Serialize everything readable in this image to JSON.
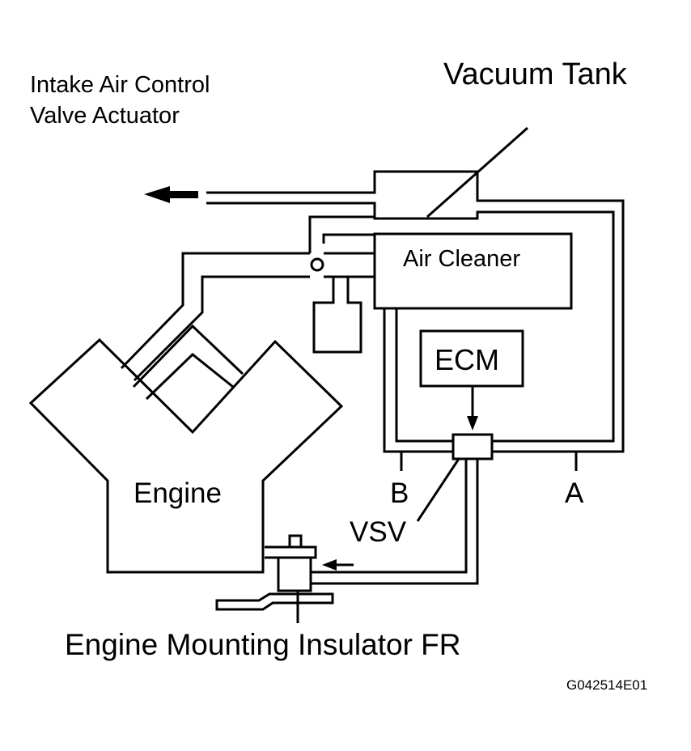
{
  "labels": {
    "intake_valve_line1": "Intake Air Control",
    "intake_valve_line2": "Valve Actuator",
    "vacuum_tank": "Vacuum Tank",
    "air_cleaner": "Air Cleaner",
    "ecm": "ECM",
    "engine": "Engine",
    "port_b": "B",
    "port_a": "A",
    "vsv": "VSV",
    "mounting_insulator": "Engine Mounting Insulator FR",
    "figure_code": "G042514E01"
  },
  "colors": {
    "ink": "#000000",
    "background": "#ffffff"
  }
}
